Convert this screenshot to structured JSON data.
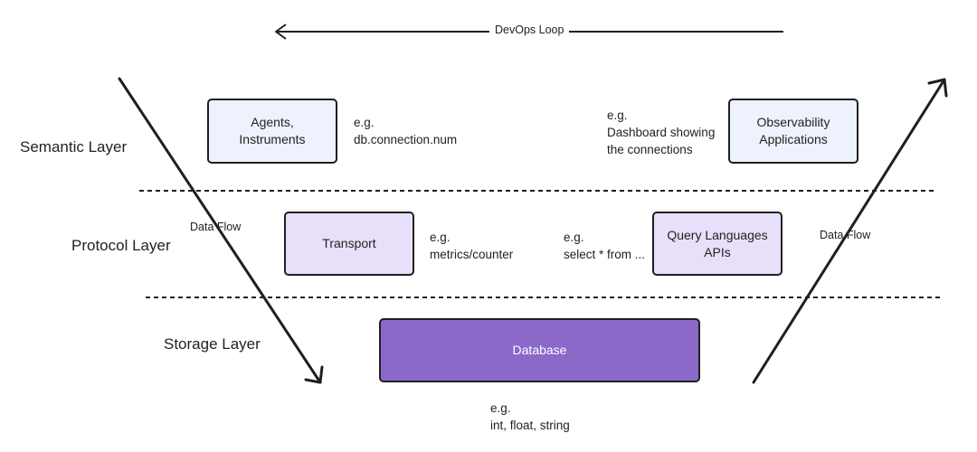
{
  "top_loop": {
    "label": "DevOps Loop"
  },
  "layers": {
    "semantic": "Semantic Layer",
    "protocol": "Protocol Layer",
    "storage": "Storage Layer"
  },
  "boxes": {
    "agents": "Agents,\nInstruments",
    "observability": "Observability\nApplications",
    "transport": "Transport",
    "query": "Query Languages\nAPIs",
    "database": "Database"
  },
  "notes": {
    "agents_example": "e.g.\ndb.connection.num",
    "observability_example": "e.g.\nDashboard showing\nthe connections",
    "transport_example": "e.g.\nmetrics/counter",
    "query_example": "e.g.\nselect * from ...",
    "database_example": "e.g.\nint, float, string"
  },
  "flows": {
    "left": "Data Flow",
    "right": "Data Flow"
  },
  "colors": {
    "semantic_box": "#edf2fc",
    "protocol_box": "#e8dffb",
    "storage_box": "#8a69c9"
  }
}
